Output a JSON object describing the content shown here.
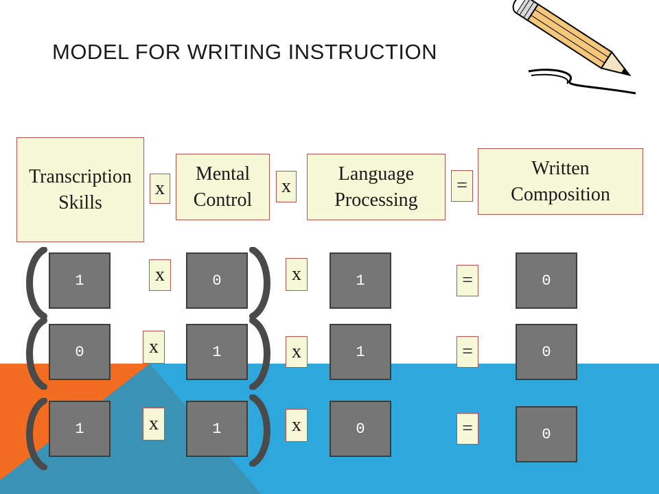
{
  "title": "MODEL FOR WRITING INSTRUCTION",
  "colors": {
    "orange": "#f26d21",
    "blue": "#2ea8dc",
    "darkblue": "#3a92b5",
    "box_fill": "#f7f8d8",
    "box_border": "#c0504d",
    "value_fill": "#767676"
  },
  "header": {
    "transcription": "Transcription\nSkills",
    "mental": "Mental\nControl",
    "language": "Language\nProcessing",
    "written": "Written\nComposition",
    "times": "x",
    "equals": "="
  },
  "rows": [
    {
      "transcription": "1",
      "mental": "0",
      "language": "1",
      "written": "0"
    },
    {
      "transcription": "0",
      "mental": "1",
      "language": "1",
      "written": "0"
    },
    {
      "transcription": "1",
      "mental": "1",
      "language": "0",
      "written": "0"
    }
  ]
}
